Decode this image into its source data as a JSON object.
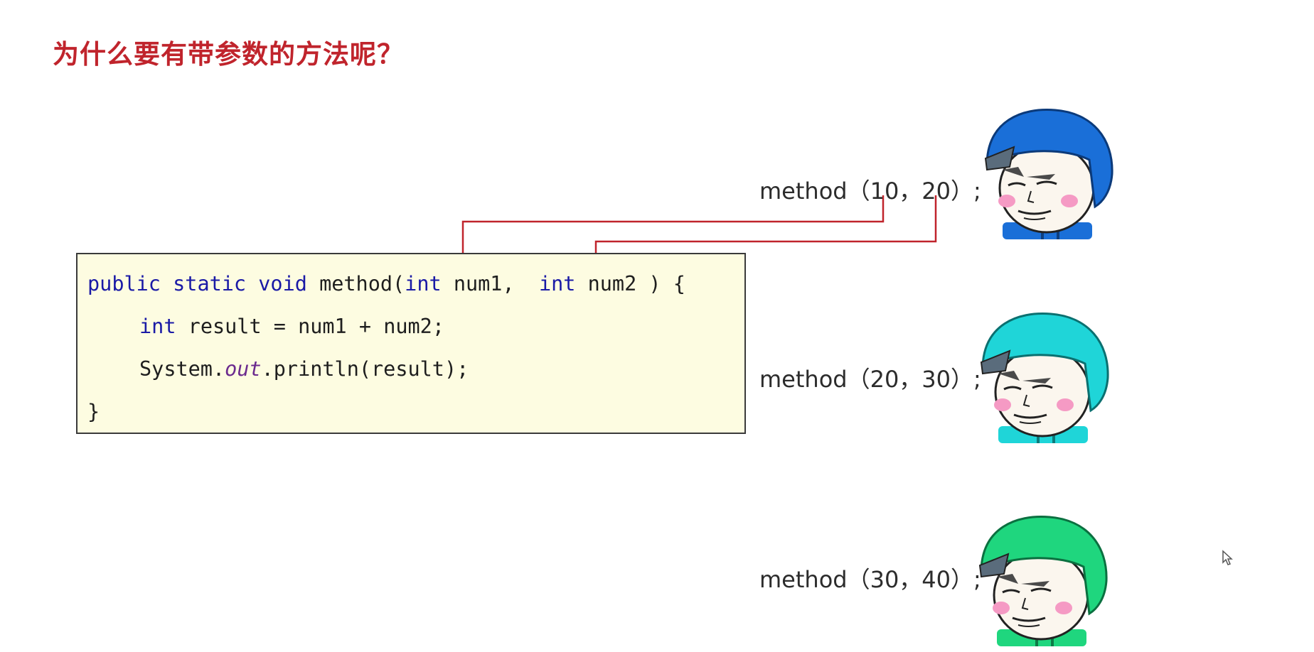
{
  "slide": {
    "title": "为什么要有带参数的方法呢？"
  },
  "code": {
    "line1": {
      "kw_public": "public",
      "kw_static": "static",
      "kw_void": "void",
      "name": "method(",
      "kw_int1": "int",
      "param1": "num1,",
      "kw_int2": "int",
      "param2": "num2 ) {"
    },
    "line2": {
      "kw_int": "int",
      "rest": "result = num1 + num2;"
    },
    "line3": {
      "prefix": "System.",
      "field": "out",
      "suffix": ".println(result);"
    },
    "line4": {
      "brace": "}"
    }
  },
  "calls": [
    {
      "text": "method（10，20）;",
      "helmet_color": "#1a6fd8"
    },
    {
      "text": "method（20，30）;",
      "helmet_color": "#1fd5d8"
    },
    {
      "text": "method（30，40）;",
      "helmet_color": "#1fd67e"
    }
  ],
  "colors": {
    "title": "#c0242c",
    "arrow": "#c0242c",
    "code_background": "#fdfce1",
    "keyword": "#1a1aa6"
  },
  "icons": {
    "face": "helmet-face-icon",
    "cursor": "mouse-cursor-icon"
  }
}
